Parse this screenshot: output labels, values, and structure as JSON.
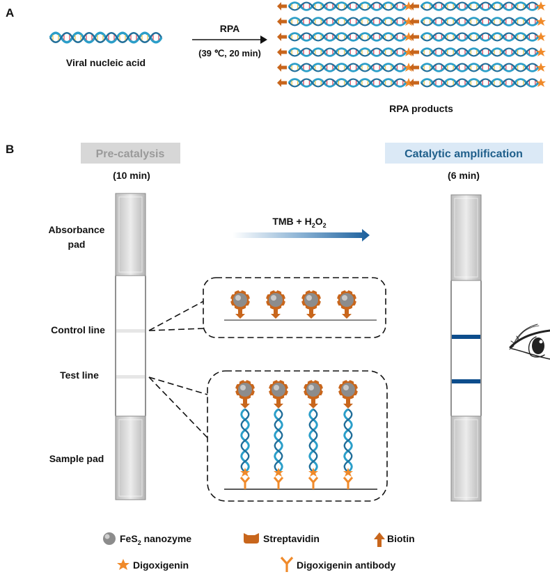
{
  "panel_a": {
    "letter": "A",
    "source_label": "Viral nucleic acid",
    "arrow_label": "RPA",
    "conditions": "(39 ℃, 20 min)",
    "products_label": "RPA products"
  },
  "panel_b": {
    "letter": "B",
    "left_title": "Pre-catalysis",
    "left_time": "(10 min)",
    "right_title": "Catalytic amplification",
    "right_time": "(6 min)",
    "reagent": {
      "main": "TMB + H",
      "sub1": "2",
      "mid": "O",
      "sub2": "2"
    },
    "strip_labels": {
      "absorbance": [
        "Absorbance",
        "pad"
      ],
      "control": "Control line",
      "test": "Test line",
      "sample": "Sample pad"
    }
  },
  "legend": {
    "nanozyme": {
      "pre": "FeS",
      "sub": "2",
      "post": " nanozyme"
    },
    "streptavidin": "Streptavidin",
    "biotin": "Biotin",
    "digoxigenin": "Digoxigenin",
    "antibody": "Digoxigenin antibody"
  },
  "icons": [
    "dna-helix-icon",
    "nanozyme-sphere-icon",
    "streptavidin-icon",
    "biotin-icon",
    "digoxigenin-star-icon",
    "antibody-icon",
    "eye-icon"
  ],
  "colors": {
    "dna": "#2a9ec9",
    "dna_dark": "#1f6e9a",
    "orange": "#c8661c",
    "star": "#f08a2a",
    "antibody": "#f08a2a",
    "gray_title_bg": "#d7d7d7",
    "blue_title_bg": "#dbe9f6",
    "blue_text": "#1f5f8b",
    "result_line": "#0d4d8c"
  }
}
